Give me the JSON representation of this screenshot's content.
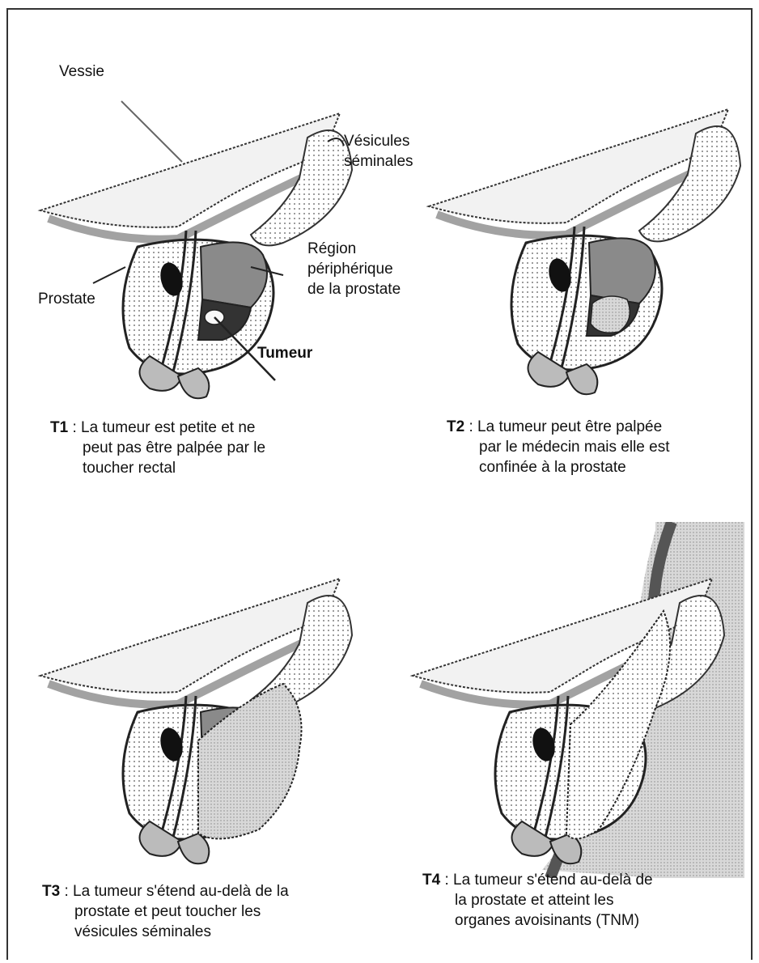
{
  "labels": {
    "vessie": "Vessie",
    "vesicules_1": "Vésicules",
    "vesicules_2": "séminales",
    "region_1": "Région",
    "region_2": "périphérique",
    "region_3": "de la prostate",
    "prostate": "Prostate",
    "tumeur": "Tumeur"
  },
  "stages": [
    {
      "stage": "T1",
      "sep": " : ",
      "lines": [
        "La tumeur est petite et ne",
        "peut pas être palpée par le",
        "toucher rectal"
      ]
    },
    {
      "stage": "T2",
      "sep": " : ",
      "lines": [
        "La tumeur peut être palpée",
        "par le médecin mais elle est",
        "confinée à la prostate"
      ]
    },
    {
      "stage": "T3",
      "sep": " : ",
      "lines": [
        "La tumeur s'étend au-delà de la",
        "prostate et peut toucher les",
        "vésicules séminales"
      ]
    },
    {
      "stage": "T4",
      "sep": " : ",
      "lines": [
        "La tumeur s'étend au-delà de",
        "la prostate et atteint les",
        "organes avoisinants (TNM)"
      ]
    }
  ],
  "colors": {
    "outline": "#222222",
    "dark_zone": "#333333",
    "mid_zone": "#8a8a8a",
    "light_zone": "#d0d0d0",
    "tumor": "#f4f4f4"
  }
}
